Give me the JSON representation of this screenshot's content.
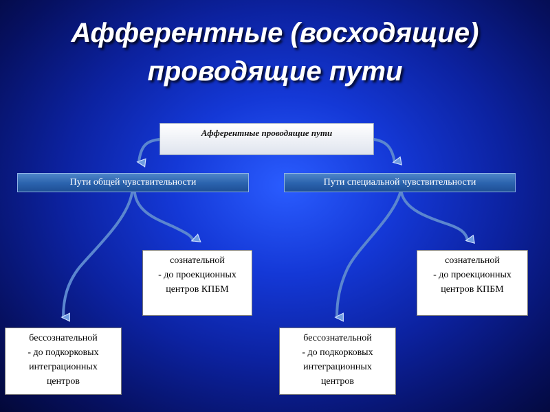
{
  "title": {
    "line1": "Афферентные (восходящие)",
    "line2": "проводящие пути"
  },
  "root_box": "Афферентные проводящие пути",
  "branches": {
    "left": "Пути общей чувствительности",
    "right": "Пути специальной чувствительности"
  },
  "leaves": {
    "left_conscious": [
      "сознательной",
      "- до проекционных",
      "центров КПБМ"
    ],
    "left_unconscious": [
      "бессознательной",
      "- до подкорковых",
      "интеграционных",
      "центров"
    ],
    "right_conscious": [
      "сознательной",
      "- до проекционных",
      "центров КПБМ"
    ],
    "right_unconscious": [
      "бессознательной",
      "- до подкорковых",
      "интеграционных",
      "центров"
    ]
  },
  "colors": {
    "background": "#1438d6",
    "bar": "#2a62ad",
    "arrow": "#5b86cf"
  }
}
